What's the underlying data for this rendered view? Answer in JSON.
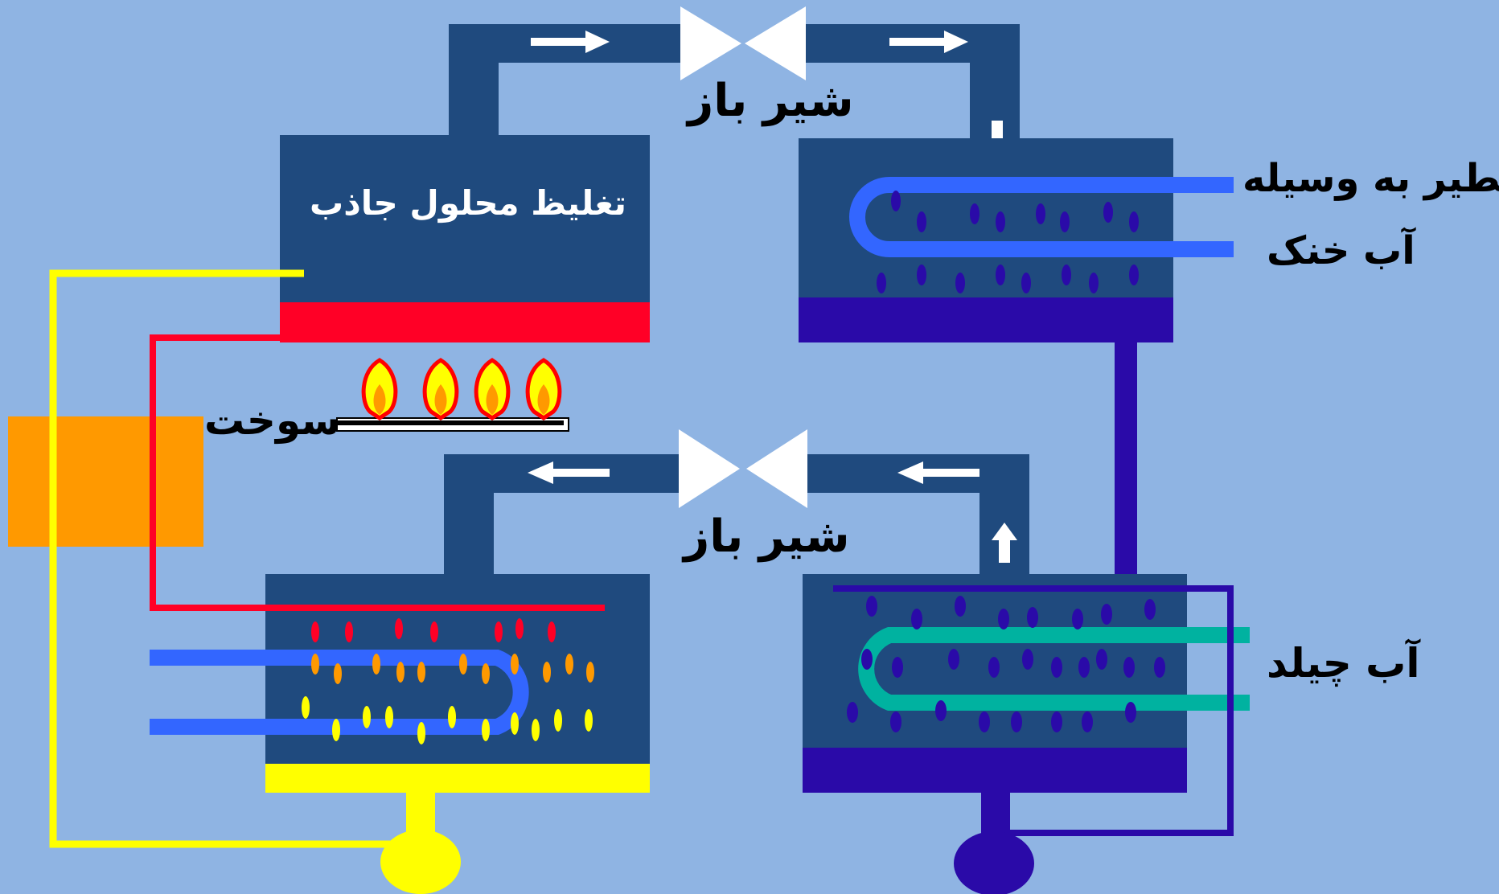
{
  "labels": {
    "generator": "تغلیظ محلول جاذب",
    "valve_top": "شیر باز",
    "valve_bottom": "شیر باز",
    "condenser_line1": "تقطیر به وسیله",
    "condenser_line2": "آب خنک",
    "fuel": "سوخت",
    "chilled_water": "آب چیلد"
  },
  "colors": {
    "background": "#8fb4e3",
    "vessel": "#1f4a7e",
    "pipe": "#1f4a7e",
    "refrigerant": "#2a0aa8",
    "heat_band": "#ff0026",
    "absorbent": "#ffff00",
    "cooling_water": "#3366ff",
    "chilled_water_coil": "#00b2a0",
    "heat_exchanger": "#ff9900",
    "flame": "#ff0000"
  },
  "icons": {
    "valve": "butterfly-valve-icon",
    "flow_arrow": "arrow-icon",
    "flame": "flame-icon",
    "pump": "pump-icon"
  }
}
